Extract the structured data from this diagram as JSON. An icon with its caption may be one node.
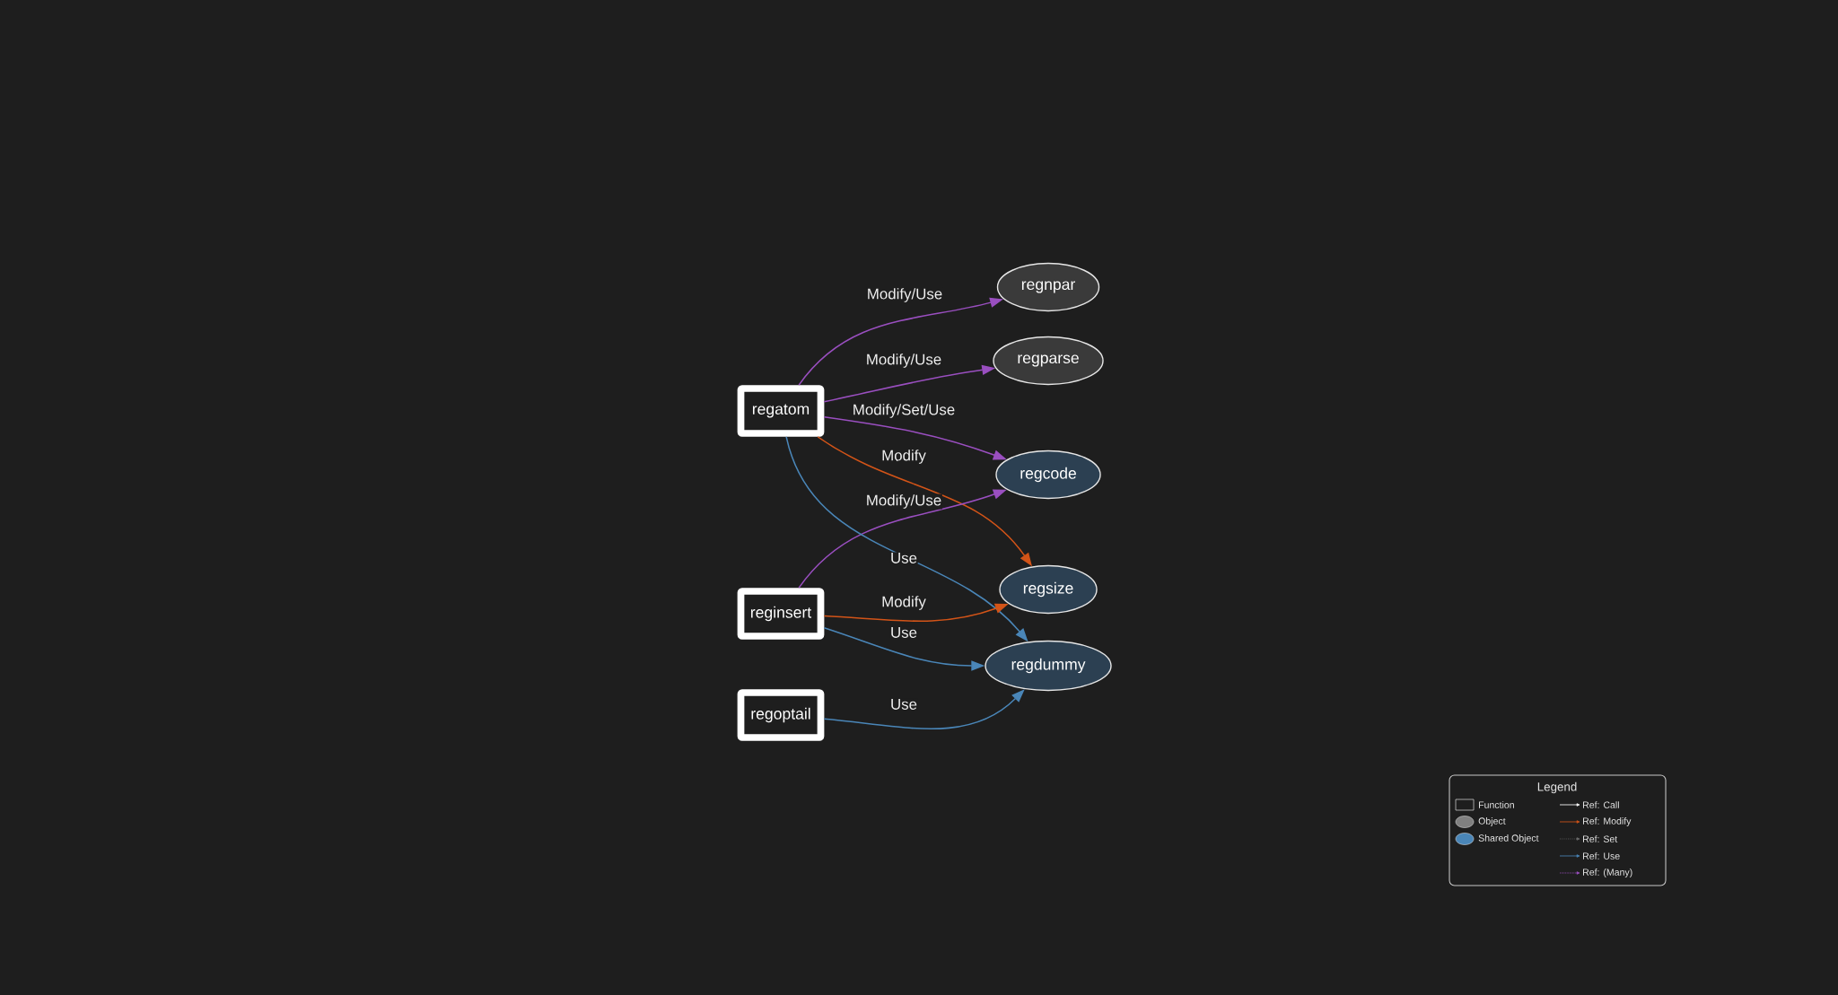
{
  "diagram": {
    "nodes": [
      {
        "text": [
          "regatom"
        ]
      },
      {
        "text": [
          "reginsert"
        ]
      },
      {
        "text": [
          "regoptail"
        ]
      },
      {
        "text": [
          "regnpar"
        ]
      },
      {
        "text": [
          "regparse"
        ]
      },
      {
        "text": [
          "regcode"
        ]
      },
      {
        "text": [
          "regsize"
        ]
      },
      {
        "text": [
          "regdummy"
        ]
      }
    ],
    "edges": [
      {
        "from": 0,
        "to": 3,
        "arrow": "to",
        "label": "Modify/Use"
      },
      {
        "from": 0,
        "to": 4,
        "arrow": "to",
        "label": "Modify/Use"
      },
      {
        "from": 0,
        "to": 5,
        "arrow": "to",
        "label": "Modify/Set/Use"
      },
      {
        "from": 0,
        "to": 6,
        "arrow": "to",
        "label": "Modify",
        "color": "#d35418"
      },
      {
        "from": 1,
        "to": 5,
        "arrow": "to",
        "label": "Modify/Use"
      },
      {
        "from": 0,
        "to": 7,
        "arrow": "to",
        "label": "Use",
        "color": "#4a86b8"
      },
      {
        "from": 1,
        "to": 6,
        "arrow": "to",
        "label": "Modify",
        "color": "#d35418"
      },
      {
        "from": 1,
        "to": 7,
        "arrow": "to",
        "label": "Use",
        "color": "#4a86b8"
      },
      {
        "from": 2,
        "to": 7,
        "arrow": "to",
        "label": "Use",
        "color": "#4a86b8"
      }
    ],
    "labels": [
      "Legend"
    ],
    "legend": [
      {
        "text": "Function"
      },
      {
        "text": "Object",
        "color": "#808080"
      },
      {
        "text": "Shared Object",
        "color": "#4a86b8"
      },
      {
        "text": "Ref: Call"
      },
      {
        "text": "Ref: Modify"
      },
      {
        "text": "Ref: Set"
      },
      {
        "text": "Ref: Use"
      },
      {
        "text": "Ref: (Many)"
      }
    ]
  }
}
